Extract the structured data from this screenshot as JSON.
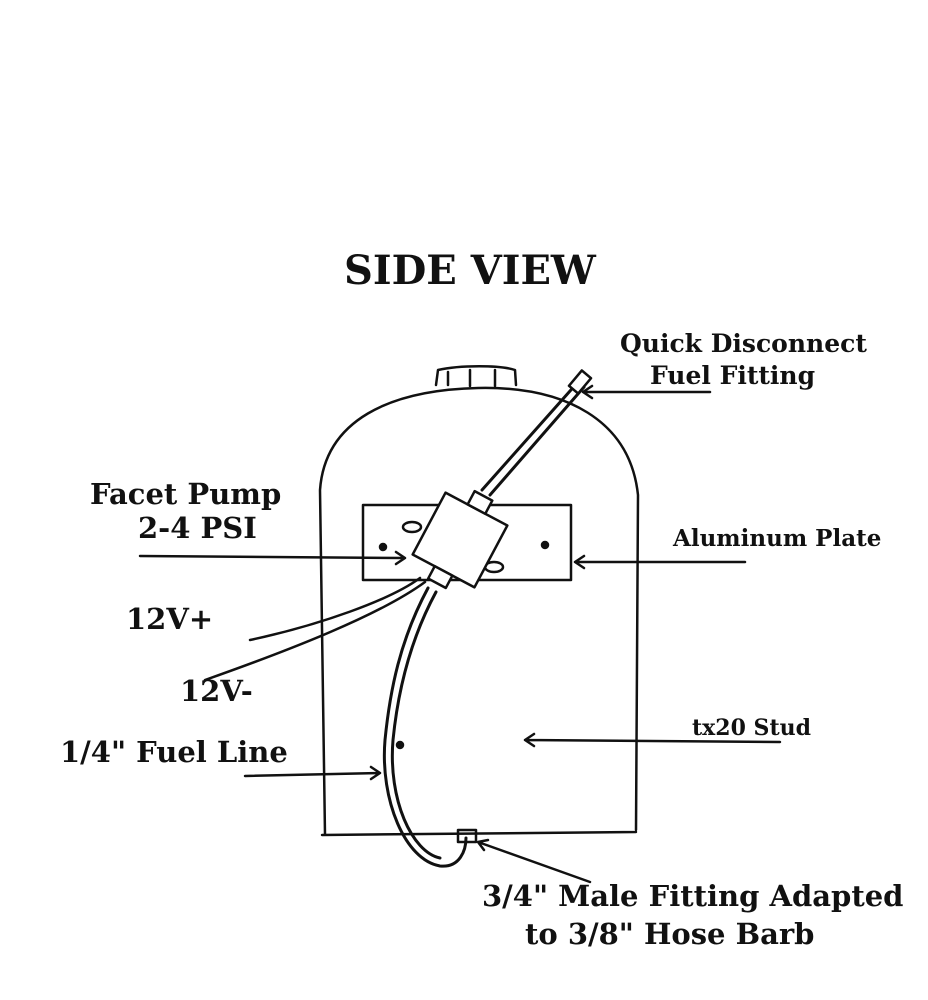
{
  "title": "SIDE VIEW",
  "labels": {
    "quick_disconnect_1": "Quick Disconnect",
    "quick_disconnect_2": "Fuel Fitting",
    "facet_pump_1": "Facet Pump",
    "facet_pump_2": "2-4 PSI",
    "aluminum_plate": "Aluminum Plate",
    "v12_plus": "12V+",
    "v12_minus": "12V-",
    "stud": "tx20 Stud",
    "fuel_line": "1/4\" Fuel Line",
    "male_fitting_1": "3/4\" Male Fitting Adapted",
    "male_fitting_2": "to 3/8\" Hose Barb"
  },
  "colors": {
    "ink": "#111111",
    "paper": "#ffffff"
  }
}
